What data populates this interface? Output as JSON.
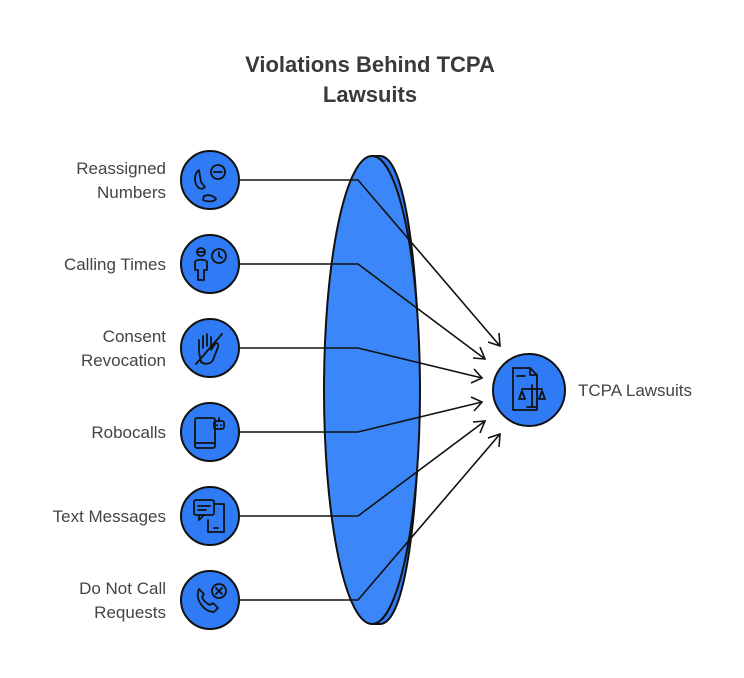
{
  "title": {
    "line1": "Violations Behind TCPA",
    "line2": "Lawsuits"
  },
  "colors": {
    "node_fill": "#2f7bf6",
    "outline": "#111111",
    "text": "#444444"
  },
  "sources": [
    {
      "lines": [
        "Reassigned",
        "Numbers"
      ],
      "icon": "phone-minus-icon"
    },
    {
      "lines": [
        "Calling Times"
      ],
      "icon": "person-clock-icon"
    },
    {
      "lines": [
        "Consent",
        "Revocation"
      ],
      "icon": "hand-slash-icon"
    },
    {
      "lines": [
        "Robocalls"
      ],
      "icon": "tablet-robot-icon"
    },
    {
      "lines": [
        "Text Messages"
      ],
      "icon": "chat-message-icon"
    },
    {
      "lines": [
        "Do Not Call",
        "Requests"
      ],
      "icon": "phone-x-icon"
    }
  ],
  "target": {
    "label": "TCPA Lawsuits",
    "icon": "document-scales-icon"
  }
}
